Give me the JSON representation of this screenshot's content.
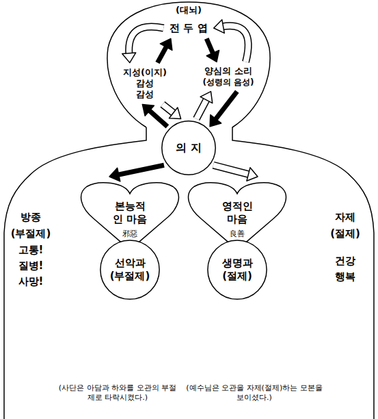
{
  "diagram": {
    "nodes": [
      {
        "text": [
          "전 두 엽"
        ]
      },
      {
        "text": [
          "지성(이지)",
          "감성",
          "감성"
        ]
      },
      {
        "text": [
          "양심의 소리",
          "(성령의 음성)"
        ]
      },
      {
        "text": [
          "의 지"
        ]
      },
      {
        "text": [
          "본능적 인 마음",
          "邪惡"
        ]
      },
      {
        "text": [
          "영적인 마음",
          "良善"
        ]
      },
      {
        "text": [
          "선악과 (부절제)"
        ]
      },
      {
        "text": [
          "생명과 (절제)"
        ]
      }
    ],
    "edges": [
      {
        "from": 1,
        "to": 0,
        "arrow": "to"
      },
      {
        "from": 0,
        "to": 2,
        "arrow": "to"
      },
      {
        "from": 0,
        "to": 1,
        "arrow": "to"
      },
      {
        "from": 2,
        "to": 0,
        "arrow": "to"
      },
      {
        "from": 3,
        "to": 1,
        "arrow": "to"
      },
      {
        "from": 1,
        "to": 3,
        "arrow": "to"
      },
      {
        "from": 2,
        "to": 3,
        "arrow": "to"
      },
      {
        "from": 3,
        "to": 2,
        "arrow": "to"
      },
      {
        "from": 3,
        "to": 4,
        "arrow": "to"
      },
      {
        "from": 3,
        "to": 5,
        "arrow": "to"
      }
    ],
    "labels": [
      "(대뇌)",
      "방종",
      "(부절제)",
      "고통!",
      "질병!",
      "사망!",
      "자제",
      "(절제)",
      "건강",
      "행복",
      "(사단은 아담과 하와를 오관의 부절제로 타락시켰다.)",
      "(예수님은 오관을 자제(절제)하는 모본을 보이셨다.)"
    ]
  }
}
